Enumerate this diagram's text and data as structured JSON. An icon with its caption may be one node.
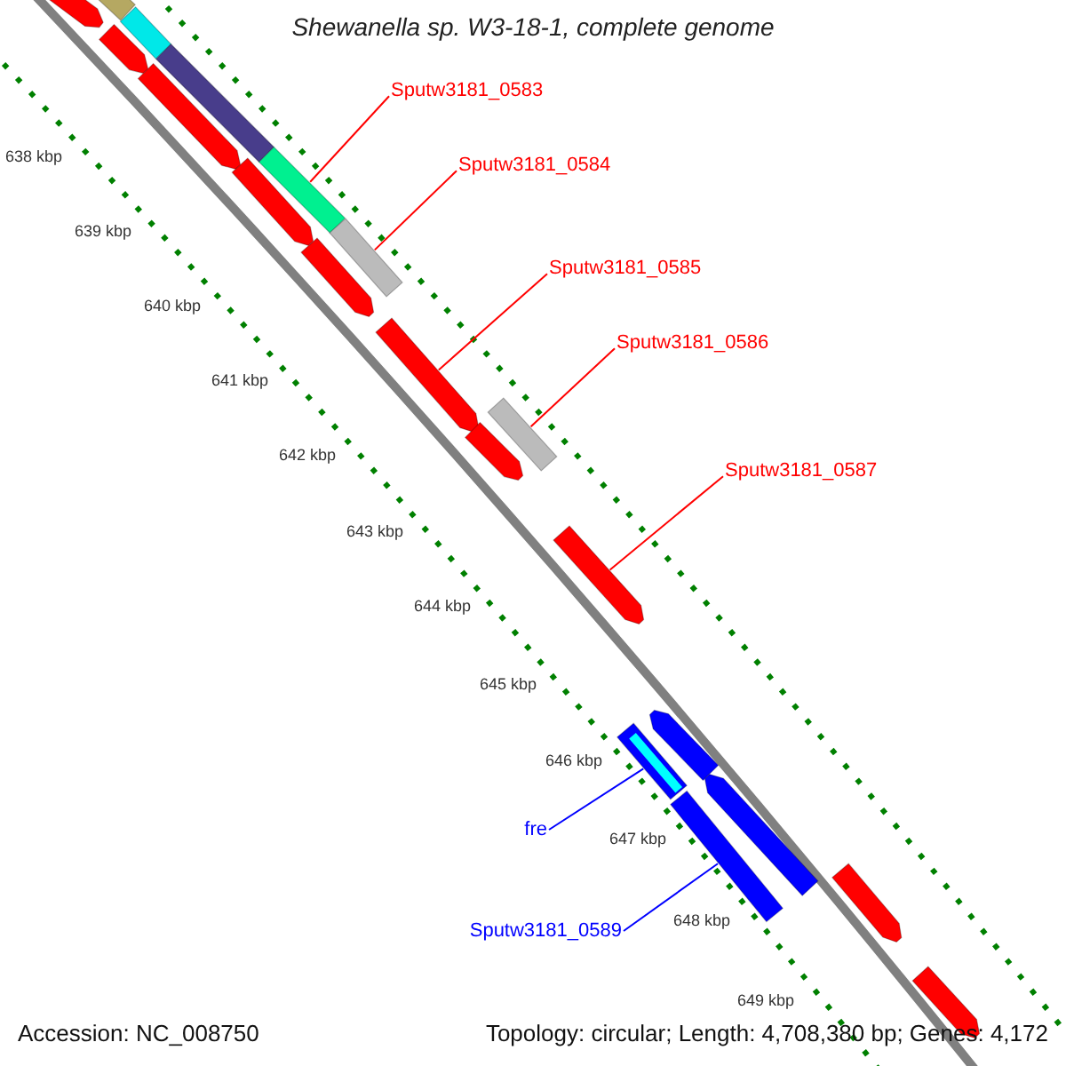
{
  "diagram": {
    "title": "Shewanella sp. W3-18-1, complete genome",
    "nodes": [
      {
        "text": [
          "Sputw3181_0583"
        ]
      },
      {
        "text": [
          "Sputw3181_0584"
        ]
      },
      {
        "text": [
          "Sputw3181_0585"
        ]
      },
      {
        "text": [
          "Sputw3181_0586"
        ]
      },
      {
        "text": [
          "Sputw3181_0587"
        ]
      },
      {
        "text": [
          "fre"
        ]
      },
      {
        "text": [
          "Sputw3181_0589"
        ]
      },
      {
        "text": [],
        "shape": "arrow"
      },
      {
        "text": [],
        "shape": "bar"
      },
      {
        "text": [],
        "shape": "bar"
      },
      {
        "text": [],
        "shape": "arrow"
      },
      {
        "text": [],
        "shape": "bar"
      },
      {
        "text": [],
        "shape": "arrow"
      },
      {
        "text": [],
        "shape": "bar"
      },
      {
        "text": [],
        "shape": "arrow"
      },
      {
        "text": [],
        "shape": "bar"
      },
      {
        "text": [],
        "shape": "arrow"
      },
      {
        "text": [],
        "shape": "arrow"
      },
      {
        "text": [],
        "shape": "bar"
      },
      {
        "text": [],
        "shape": "arrow"
      },
      {
        "text": [],
        "shape": "arrow"
      },
      {
        "text": [],
        "shape": "arrow"
      },
      {
        "text": [],
        "shape": "bar"
      },
      {
        "text": [],
        "shape": "arrow"
      },
      {
        "text": [],
        "shape": "bar"
      },
      {
        "text": [],
        "shape": "arrow"
      },
      {
        "text": [],
        "shape": "arrow"
      }
    ],
    "edges": [
      {
        "from": 0,
        "to": 13,
        "arrow": "none"
      },
      {
        "from": 1,
        "to": 15,
        "arrow": "none"
      },
      {
        "from": 2,
        "to": 17,
        "arrow": "none"
      },
      {
        "from": 3,
        "to": 18,
        "arrow": "none"
      },
      {
        "from": 4,
        "to": 20,
        "arrow": "none"
      },
      {
        "from": 5,
        "to": 22,
        "arrow": "none",
        "color": "#0000ff"
      },
      {
        "from": 6,
        "to": 24,
        "arrow": "none",
        "color": "#0000ff"
      }
    ],
    "labels": [
      "638 kbp",
      "639 kbp",
      "640 kbp",
      "641 kbp",
      "642 kbp",
      "643 kbp",
      "644 kbp",
      "645 kbp",
      "646 kbp",
      "647 kbp",
      "648 kbp",
      "649 kbp",
      "Accession: NC_008750",
      "Topology: circular; Length: 4,708,380 bp; Genes: 4,172"
    ]
  }
}
